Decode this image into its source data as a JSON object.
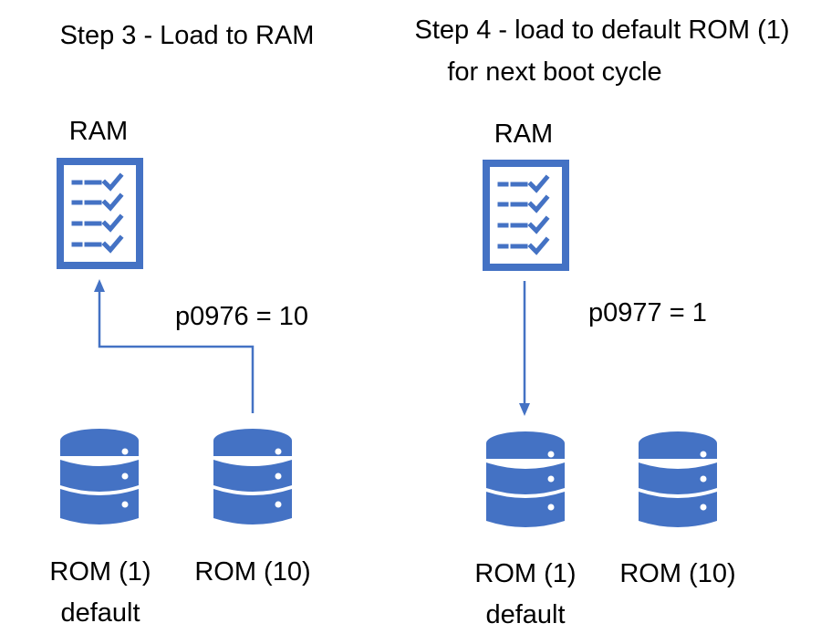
{
  "colors": {
    "accent": "#4472C4",
    "text": "#000000",
    "background": "#FFFFFF"
  },
  "panels": [
    {
      "title_lines": [
        "Step 3 - Load to RAM"
      ],
      "ram_label": "RAM",
      "ram_icon": "checklist-icon",
      "parameter": "p0976 = 10",
      "arrow": "ROM (10) to RAM",
      "roms": [
        {
          "label": "ROM (1)",
          "sub": "default",
          "icon": "database-icon"
        },
        {
          "label": "ROM (10)",
          "sub": "",
          "icon": "database-icon"
        }
      ]
    },
    {
      "title_lines": [
        "Step 4 - load to default ROM (1)",
        "for next boot cycle"
      ],
      "ram_label": "RAM",
      "ram_icon": "checklist-icon",
      "parameter": "p0977 = 1",
      "arrow": "RAM to ROM (1)",
      "roms": [
        {
          "label": "ROM (1)",
          "sub": "default",
          "icon": "database-icon"
        },
        {
          "label": "ROM (10)",
          "sub": "",
          "icon": "database-icon"
        }
      ]
    }
  ]
}
